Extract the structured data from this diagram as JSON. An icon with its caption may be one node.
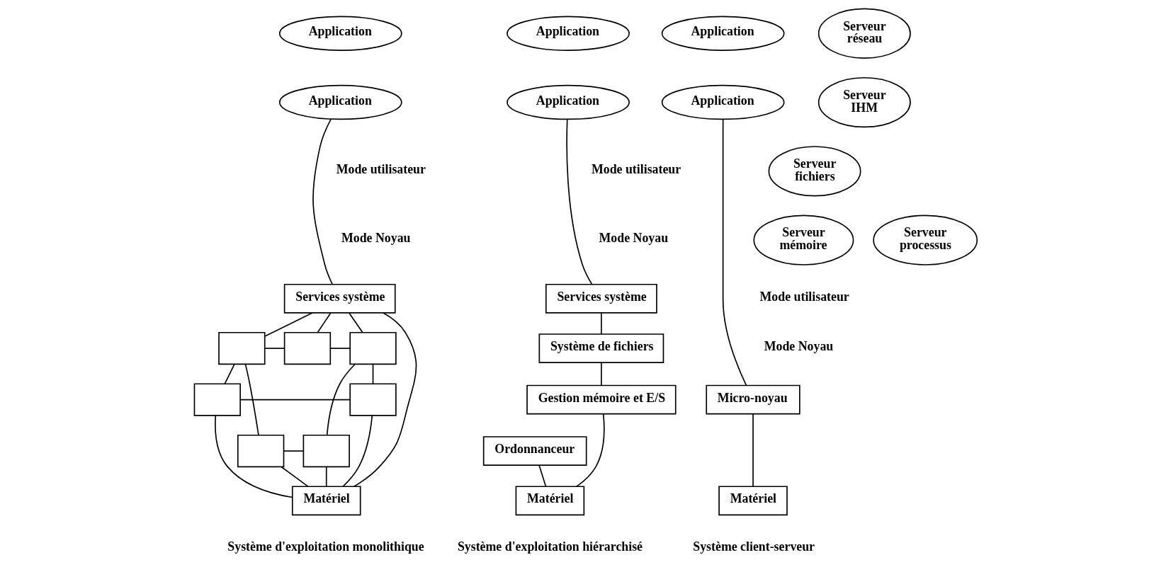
{
  "diagram": {
    "nodes": [
      {
        "text": [
          "Application"
        ]
      },
      {
        "text": [
          "Application"
        ]
      },
      {
        "text": [
          "Services système"
        ]
      },
      {
        "text": [],
        "shape": "box"
      },
      {
        "text": [],
        "shape": "box"
      },
      {
        "text": [],
        "shape": "box"
      },
      {
        "text": [],
        "shape": "box"
      },
      {
        "text": [],
        "shape": "box"
      },
      {
        "text": [],
        "shape": "box"
      },
      {
        "text": [],
        "shape": "box"
      },
      {
        "text": [
          "Matériel"
        ]
      },
      {
        "text": [
          "Application"
        ]
      },
      {
        "text": [
          "Application"
        ]
      },
      {
        "text": [
          "Services système"
        ]
      },
      {
        "text": [
          "Système de fichiers"
        ]
      },
      {
        "text": [
          "Gestion mémoire et E/S"
        ]
      },
      {
        "text": [
          "Ordonnanceur"
        ]
      },
      {
        "text": [
          "Matériel"
        ]
      },
      {
        "text": [
          "Application"
        ]
      },
      {
        "text": [
          "Application"
        ]
      },
      {
        "text": [
          "Serveur réseau"
        ]
      },
      {
        "text": [
          "Serveur IHM"
        ]
      },
      {
        "text": [
          "Serveur fichiers"
        ]
      },
      {
        "text": [
          "Serveur processus"
        ]
      },
      {
        "text": [
          "Serveur mémoire"
        ]
      },
      {
        "text": [
          "Micro-noyau"
        ]
      },
      {
        "text": [
          "Matériel"
        ]
      }
    ],
    "edges": [
      {
        "from": 1,
        "to": 2,
        "arrow": "none"
      },
      {
        "from": 2,
        "to": 3,
        "arrow": "none"
      },
      {
        "from": 2,
        "to": 4,
        "arrow": "none"
      },
      {
        "from": 2,
        "to": 5,
        "arrow": "none"
      },
      {
        "from": 3,
        "to": 4,
        "arrow": "none"
      },
      {
        "from": 4,
        "to": 5,
        "arrow": "none"
      },
      {
        "from": 3,
        "to": 6,
        "arrow": "none"
      },
      {
        "from": 5,
        "to": 7,
        "arrow": "none"
      },
      {
        "from": 6,
        "to": 7,
        "arrow": "none"
      },
      {
        "from": 3,
        "to": 8,
        "arrow": "none"
      },
      {
        "from": 5,
        "to": 9,
        "arrow": "none"
      },
      {
        "from": 8,
        "to": 9,
        "arrow": "none"
      },
      {
        "from": 8,
        "to": 10,
        "arrow": "none"
      },
      {
        "from": 6,
        "to": 10,
        "arrow": "none"
      },
      {
        "from": 7,
        "to": 10,
        "arrow": "none"
      },
      {
        "from": 9,
        "to": 10,
        "arrow": "none"
      },
      {
        "from": 2,
        "to": 10,
        "arrow": "none"
      },
      {
        "from": 12,
        "to": 13,
        "arrow": "none"
      },
      {
        "from": 13,
        "to": 14,
        "arrow": "none"
      },
      {
        "from": 14,
        "to": 15,
        "arrow": "none"
      },
      {
        "from": 15,
        "to": 17,
        "arrow": "none"
      },
      {
        "from": 16,
        "to": 17,
        "arrow": "none"
      },
      {
        "from": 19,
        "to": 25,
        "arrow": "none"
      },
      {
        "from": 25,
        "to": 26,
        "arrow": "none"
      }
    ],
    "labels": [
      "Mode utilisateur",
      "Mode Noyau",
      "Mode utilisateur",
      "Mode Noyau",
      "Mode utilisateur",
      "Mode Noyau",
      "Système d'exploitation monolithique",
      "Système d'exploitation hiérarchisé",
      "Système client-serveur"
    ]
  }
}
